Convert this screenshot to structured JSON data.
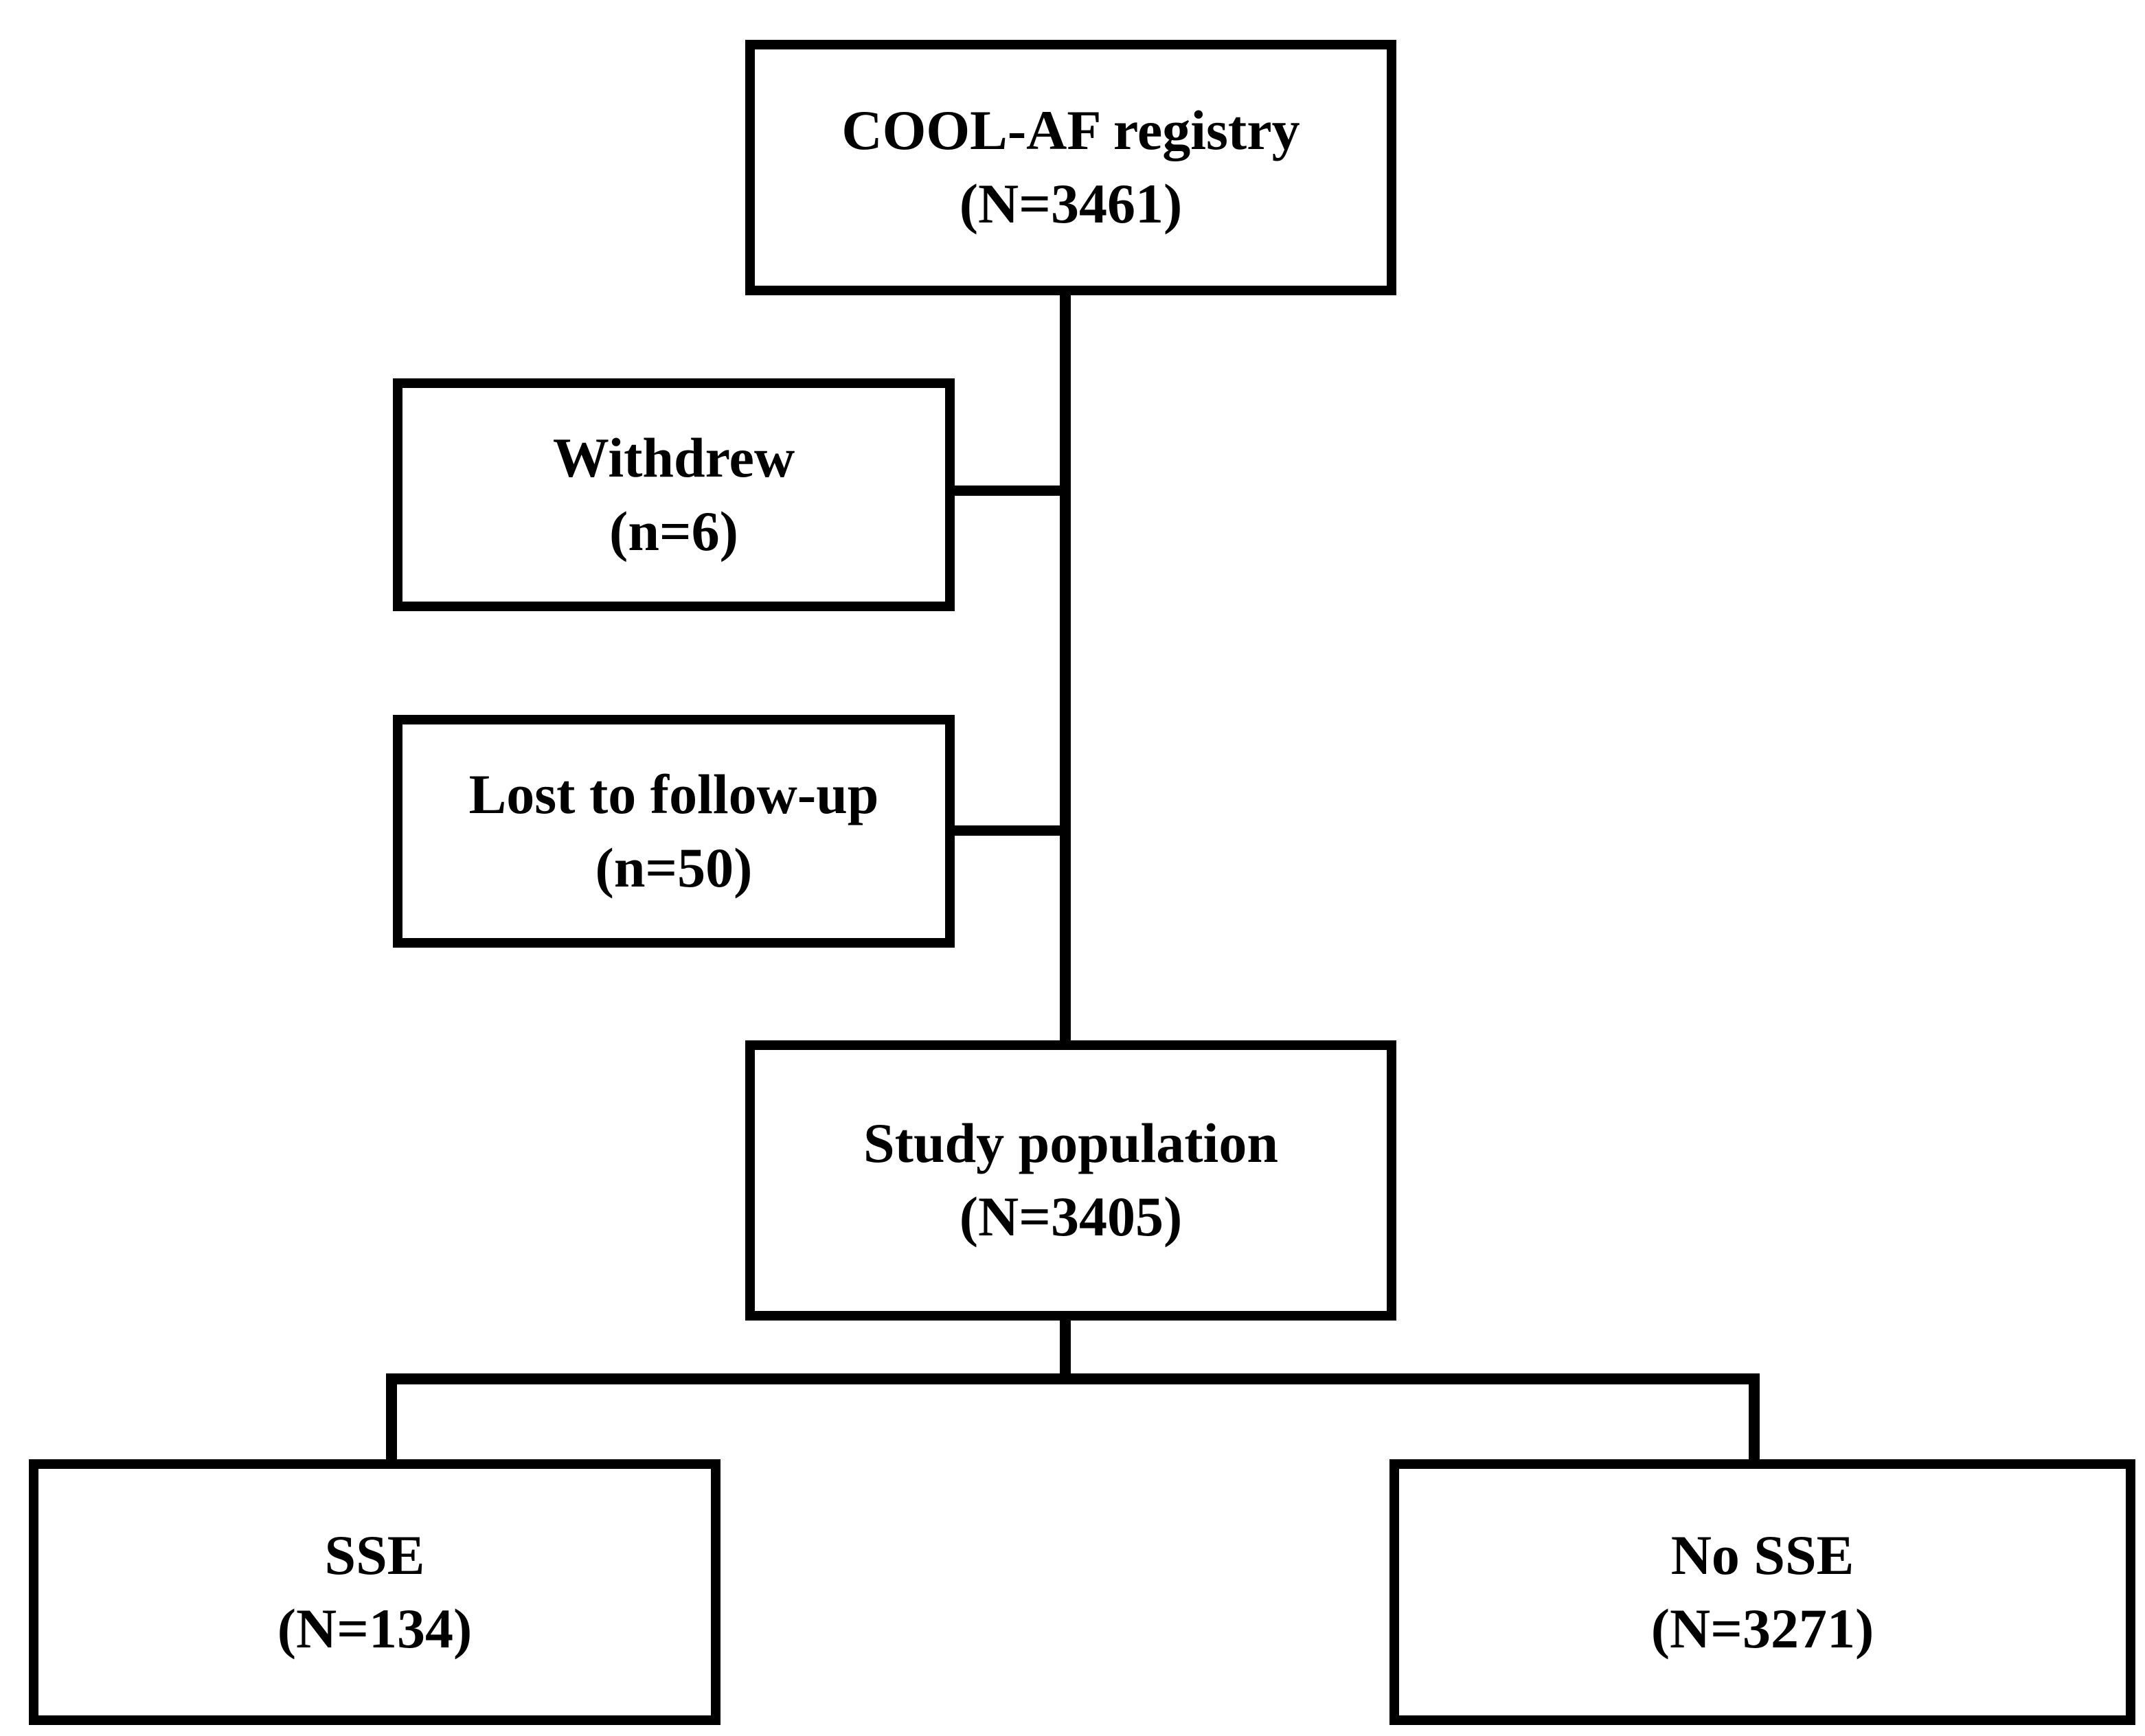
{
  "figure": {
    "type": "flowchart",
    "background_color": "#ffffff",
    "line_color": "#000000",
    "text_color": "#000000",
    "nodes": {
      "registry": {
        "label": "COOL-AF registry",
        "count": "(N=3461)"
      },
      "withdrew": {
        "label": "Withdrew",
        "count": "(n=6)"
      },
      "lost_to_follow_up": {
        "label": "Lost to follow-up",
        "count": "(n=50)"
      },
      "study_population": {
        "label": "Study population",
        "count": "(N=3405)"
      },
      "sse": {
        "label": "SSE",
        "count": "(N=134)"
      },
      "no_sse": {
        "label": "No SSE",
        "count": "(N=3271)"
      }
    },
    "edges": [
      {
        "from": "registry",
        "to": "study_population"
      },
      {
        "from": "registry",
        "to": "withdrew"
      },
      {
        "from": "registry",
        "to": "lost_to_follow_up"
      },
      {
        "from": "study_population",
        "to": "sse"
      },
      {
        "from": "study_population",
        "to": "no_sse"
      }
    ]
  }
}
